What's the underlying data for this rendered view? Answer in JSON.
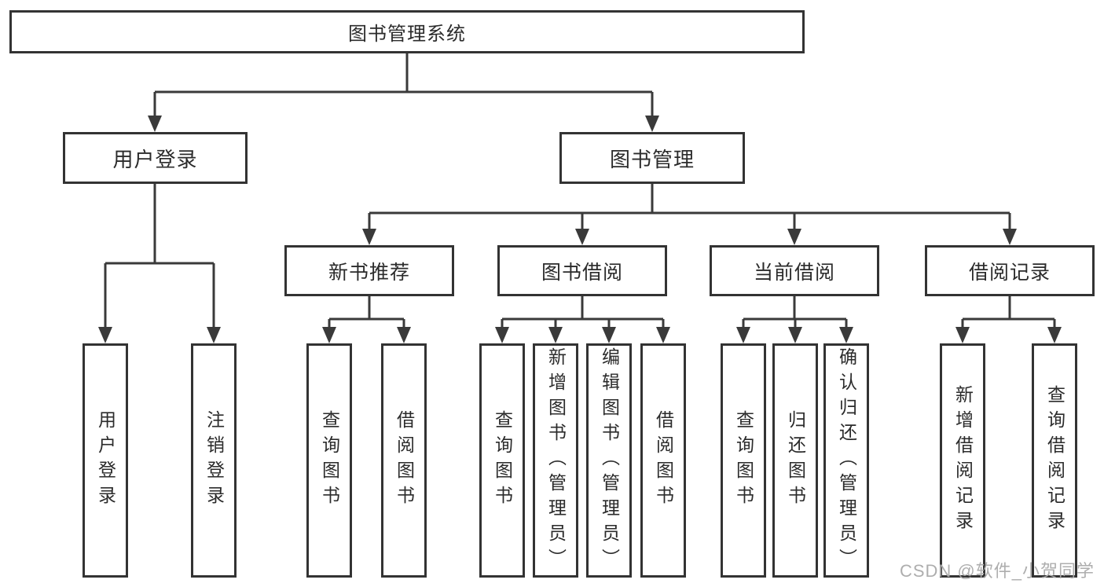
{
  "diagram": {
    "root": {
      "label": "图书管理系统"
    },
    "level2": [
      {
        "label": "用户登录"
      },
      {
        "label": "图书管理"
      }
    ],
    "level3": [
      {
        "label": "新书推荐"
      },
      {
        "label": "图书借阅"
      },
      {
        "label": "当前借阅"
      },
      {
        "label": "借阅记录"
      }
    ],
    "leaves": {
      "user_login": [
        {
          "label": "用户登录"
        },
        {
          "label": "注销登录"
        }
      ],
      "new_book_recommendation": [
        {
          "label": "查询图书"
        },
        {
          "label": "借阅图书"
        }
      ],
      "book_borrowing": [
        {
          "label": "查询图书"
        },
        {
          "label": "新增图书（管理员）"
        },
        {
          "label": "编辑图书（管理员）"
        },
        {
          "label": "借阅图书"
        }
      ],
      "current_borrowing": [
        {
          "label": "查询图书"
        },
        {
          "label": "归还图书"
        },
        {
          "label": "确认归还（管理员）"
        }
      ],
      "borrowing_records": [
        {
          "label": "新增借阅记录"
        },
        {
          "label": "查询借阅记录"
        }
      ]
    },
    "colors": {
      "line": "#3a3a3a",
      "box_border": "#333333",
      "text": "#2b2b2b",
      "watermark": "#aaaaaa",
      "background": "#ffffff"
    }
  },
  "watermark": {
    "text": "CSDN @软件_小贺同学"
  }
}
